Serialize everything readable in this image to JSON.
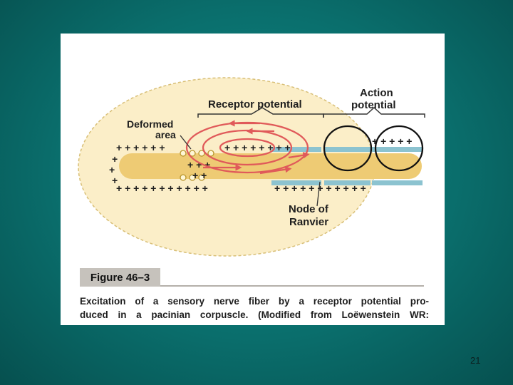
{
  "labels": {
    "receptor_potential": "Receptor potential",
    "action_potential_line1": "Action",
    "action_potential_line2": "potential",
    "deformed_area_line1": "Deformed",
    "deformed_area_line2": "area",
    "node_line1": "Node of",
    "node_line2": "Ranvier"
  },
  "figure": {
    "label": "Figure 46–3",
    "caption_line1": "Excitation of a sensory nerve fiber by a receptor potential pro-",
    "caption_line2": "duced in a pacinian corpuscle. (Modified from Loëwenstein WR:"
  },
  "slide": {
    "page_number": "21"
  },
  "colors": {
    "background": "#0a6e6c",
    "corpuscle": "#fbeec8",
    "fiber": "#eecb74",
    "myelin": "#8cc3d0",
    "current_loop": "#e05a5a",
    "action_loop": "#111111"
  }
}
